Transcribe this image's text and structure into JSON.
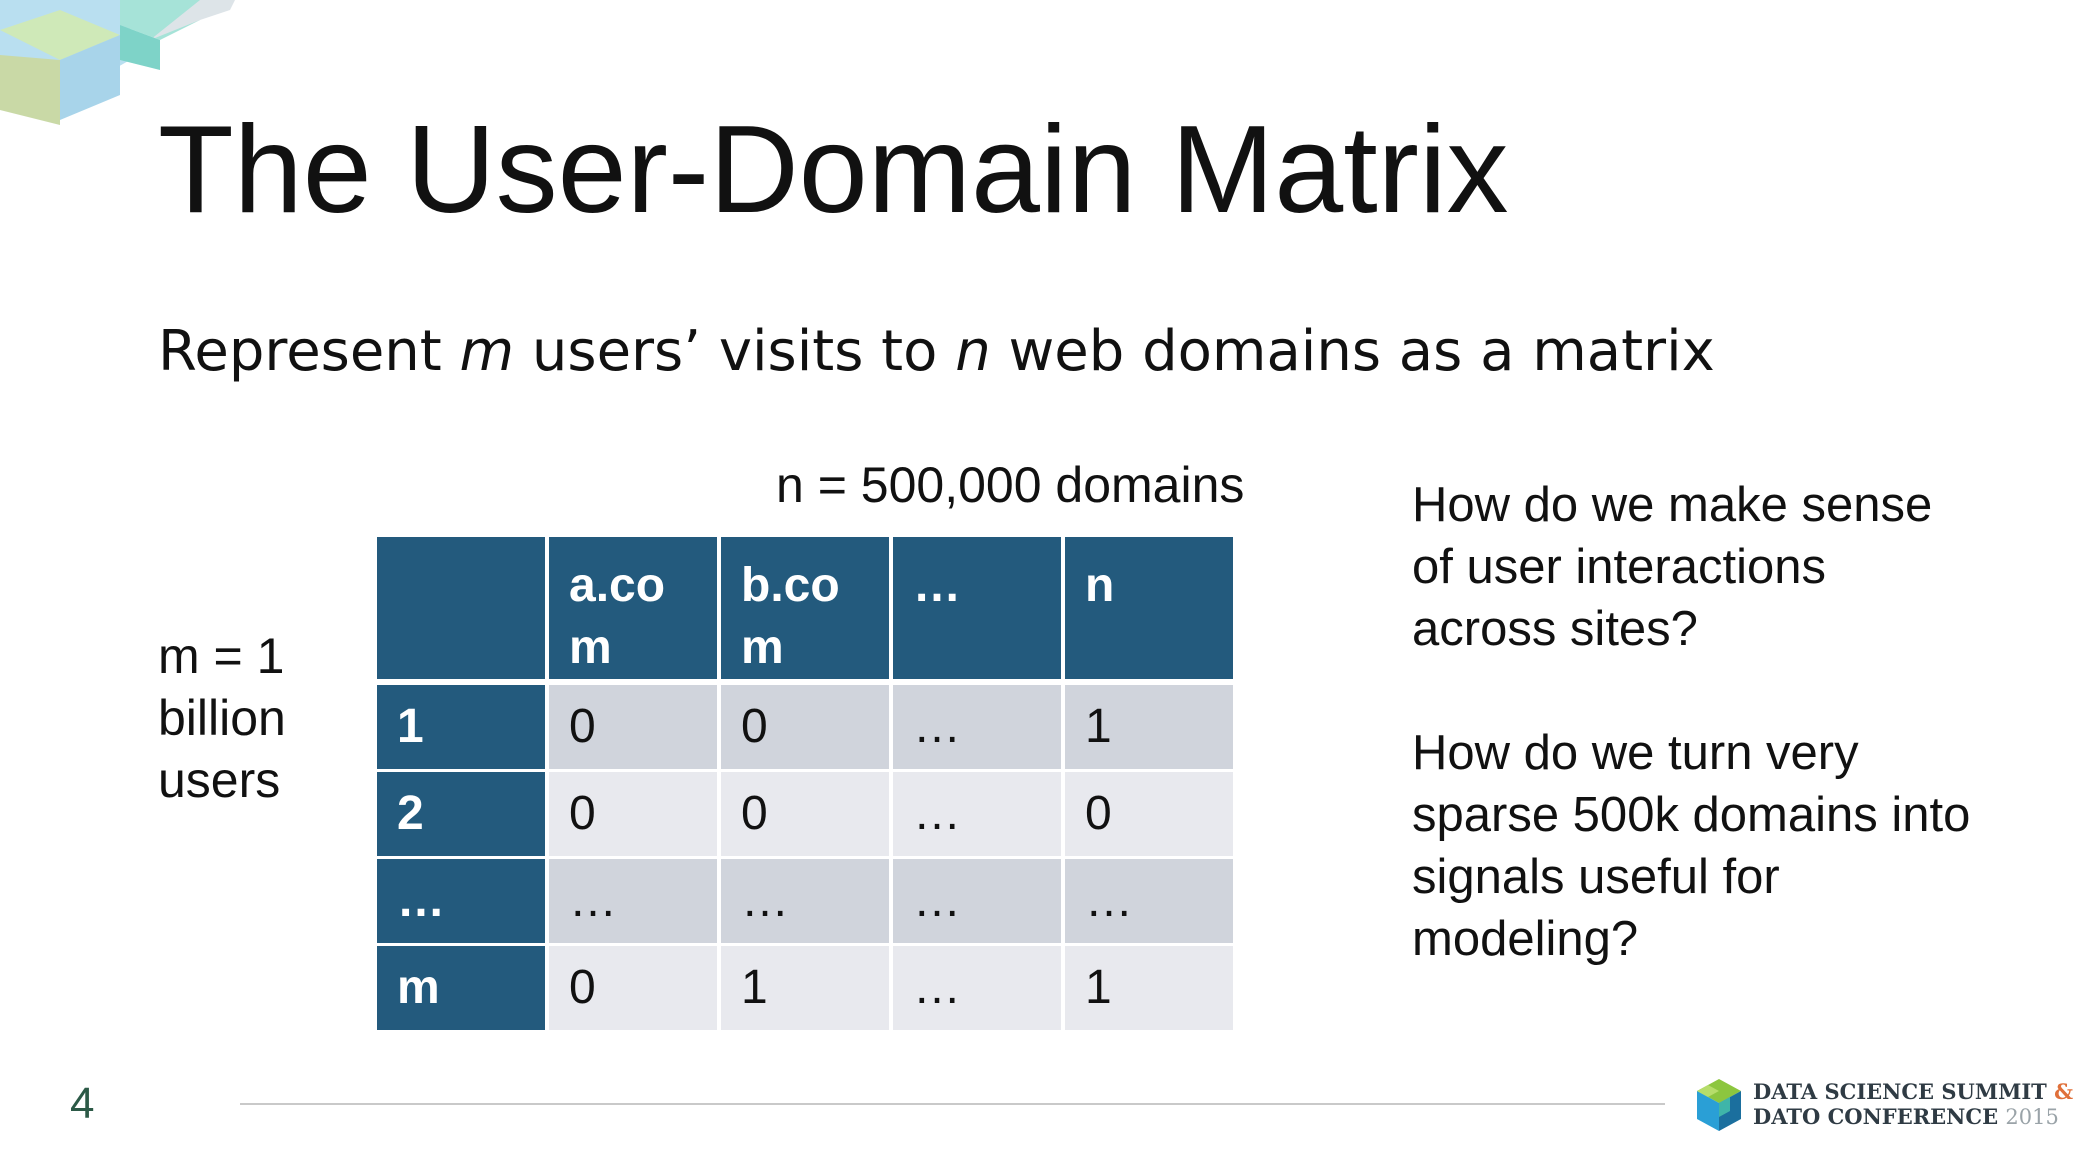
{
  "slide": {
    "title": "The User-Domain Matrix",
    "subtitle_parts": [
      "Represent ",
      "m",
      " users’ visits to ",
      "n",
      " web domains as a matrix"
    ],
    "n_label": "n = 500,000 domains",
    "m_label": [
      "m = 1",
      "billion",
      "users"
    ],
    "page_number": "4"
  },
  "matrix": {
    "header": [
      {
        "line1": "",
        "line2": ""
      },
      {
        "line1": "a.co",
        "line2": "m"
      },
      {
        "line1": "b.co",
        "line2": "m"
      },
      {
        "line1": "…",
        "line2": ""
      },
      {
        "line1": "n",
        "line2": ""
      }
    ],
    "rows": [
      {
        "label": "1",
        "cells": [
          "0",
          "0",
          "…",
          "1"
        ]
      },
      {
        "label": "2",
        "cells": [
          "0",
          "0",
          "…",
          "0"
        ]
      },
      {
        "label": "…",
        "cells": [
          "…",
          "…",
          "…",
          "…"
        ]
      },
      {
        "label": "m",
        "cells": [
          "0",
          "1",
          "…",
          "1"
        ]
      }
    ]
  },
  "questions": [
    "How do we make sense of user interactions across sites?",
    "How do we turn very sparse 500k domains into signals useful for modeling?"
  ],
  "footer": {
    "logo_line1": "DATA SCIENCE SUMMIT",
    "logo_amp": "&",
    "logo_line2": "DATO CONFERENCE",
    "logo_year": "2015"
  },
  "colors": {
    "header_fill": "#235a7d",
    "row_light": "#e8e9ee",
    "row_dark": "#d0d4dc",
    "page_number": "#2c5a47"
  }
}
